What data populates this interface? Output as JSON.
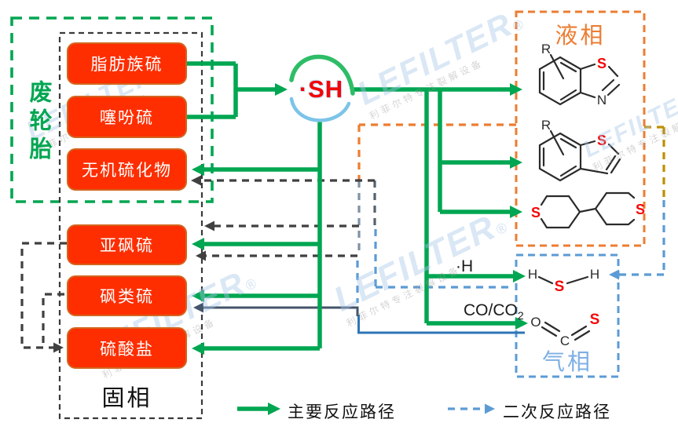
{
  "diagram": {
    "waste_tire_label": "废轮胎",
    "solid_phase_label": "固相",
    "liquid_phase_label": "液相",
    "gas_phase_label": "气相",
    "radical_label": "·SH",
    "solid_boxes": [
      {
        "label": "脂肪族硫"
      },
      {
        "label": "噻吩硫"
      },
      {
        "label": "无机硫化物"
      },
      {
        "label": "亚砜硫"
      },
      {
        "label": "砜类硫"
      },
      {
        "label": "硫酸盐"
      }
    ],
    "annotations": {
      "h_radical": "·H",
      "co_prefix": "CO/CO",
      "co_subscript": "2"
    },
    "molecules": {
      "benzothiazole": {
        "substituent": "R",
        "s": "S",
        "n": "N"
      },
      "benzothiophene": {
        "substituent": "R",
        "s": "S"
      },
      "bithiane": {
        "s_left": "S",
        "s_right": "S"
      },
      "hydrogen_sulfide": {
        "h_left": "H",
        "s": "S",
        "h_right": "H"
      },
      "carbonyl_sulfide": {
        "o": "O",
        "c": "C",
        "s": "S"
      }
    },
    "legend": {
      "primary_label": "主要反应路径",
      "secondary_label": "二次反应路径"
    },
    "watermark": {
      "brand": "LEFILTER",
      "registered": "®",
      "tagline": "利菲尔特专注裂解设备"
    },
    "colors": {
      "primary_path_green": "#00a651",
      "secondary_path_blue": "#5b9bd5",
      "solid_box_red": "#fe2e01",
      "liquid_phase_orange": "#ed7d31",
      "gas_phase_blue": "#7eb0e3",
      "dashed_dark": "#404040",
      "olive_dashed": "#bf8f00",
      "radical_red": "#f40606"
    }
  }
}
